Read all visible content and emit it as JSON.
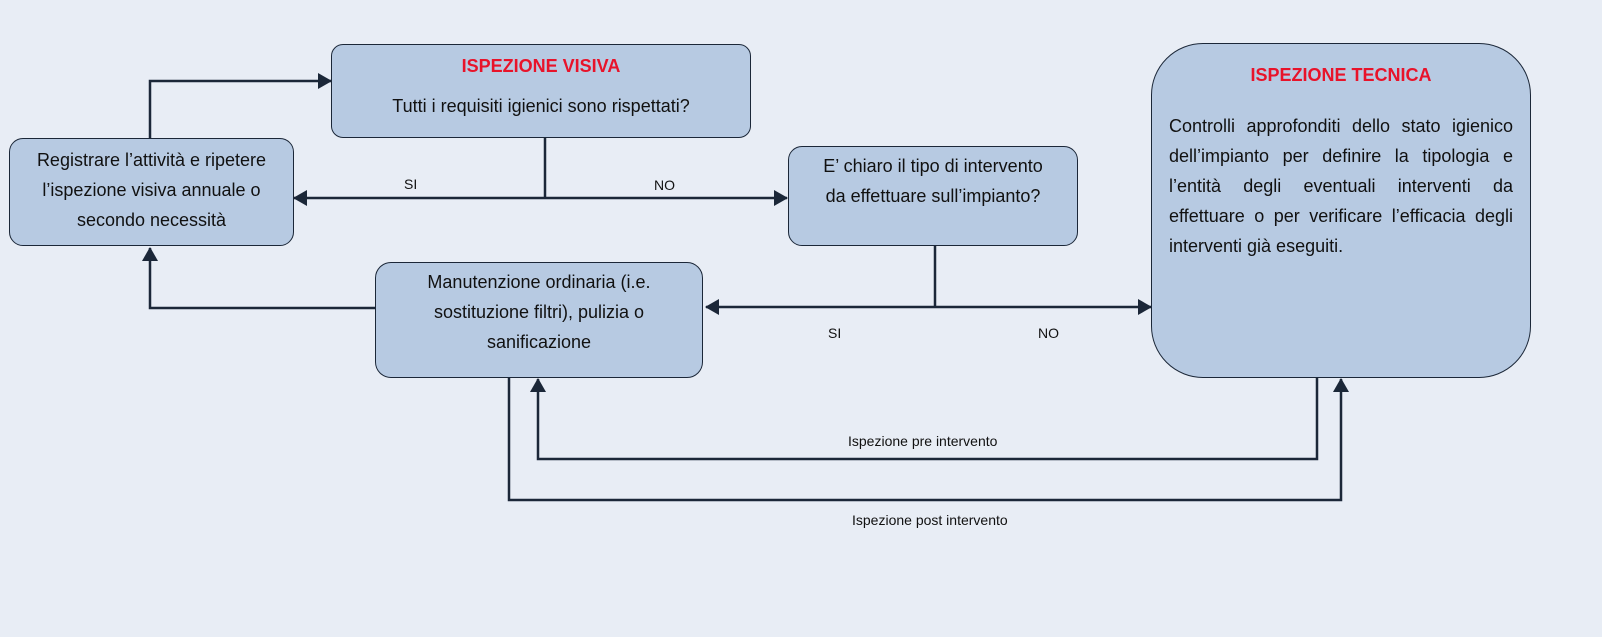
{
  "visual_inspection": {
    "title": "ISPEZIONE VISIVA",
    "question": "Tutti i requisiti igienici sono rispettati?"
  },
  "register_activity": {
    "text": "Registrare l’attività e ripetere l’ispezione visiva annuale o secondo necessità"
  },
  "intervention_question": {
    "text": "E’ chiaro il tipo di intervento da effettuare sull’impianto?"
  },
  "maintenance": {
    "text": "Manutenzione ordinaria (i.e. sostituzione filtri), pulizia o sanificazione"
  },
  "technical_inspection": {
    "title": "ISPEZIONE TECNICA",
    "body": "Controlli approfonditi dello stato igienico dell’impianto per definire la tipologia e l’entità degli eventuali interventi da effettuare o per verificare l’efficacia degli interventi già eseguiti."
  },
  "edge_labels": {
    "visual_yes": "SI",
    "visual_no": "NO",
    "intervention_yes": "SI",
    "intervention_no": "NO",
    "pre_intervention": "Ispezione pre intervento",
    "post_intervention": "Ispezione post intervento"
  },
  "colors": {
    "background": "#e8edf5",
    "box_fill": "#b7cae2",
    "line": "#1b2738",
    "title": "#e8132a"
  }
}
